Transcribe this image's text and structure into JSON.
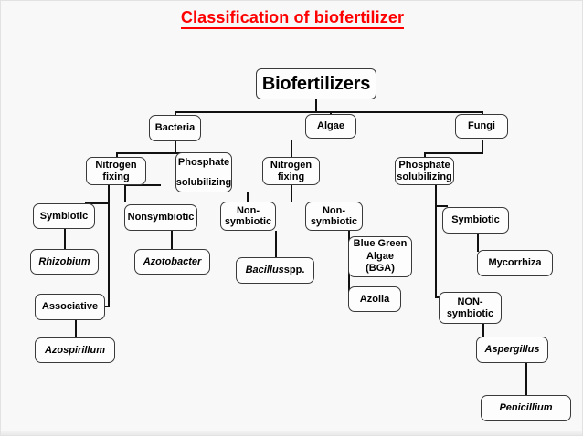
{
  "slide": {
    "title": "Classification of biofertilizer",
    "title_color": "#ff0000",
    "background": "#f8f8f8",
    "box_border_color": "#3a3a3a",
    "line_color": "#111111"
  },
  "nodes": {
    "root": "Biofertilizers",
    "bacteria": "Bacteria",
    "algae": "Algae",
    "fungi": "Fungi",
    "bacteria_nitrogen_fixing": "Nitrogen fixing",
    "bacteria_phosphate_solubilizing": "Phosphate solubilizing",
    "algae_nitrogen_fixing": "Nitrogen fixing",
    "fungi_phosphate_solubilizing": "Phosphate solubilizing",
    "bact_nf_symbiotic": "Symbiotic",
    "bact_nf_nonsymbiotic": "Nonsymbiotic",
    "bact_ps_nonsymbiotic": "Non-symbiotic",
    "algae_nf_nonsymbiotic": "Non-symbiotic",
    "fungi_ps_symbiotic": "Symbiotic",
    "fungi_ps_nonsymbiotic": "NON-symbiotic",
    "rhizobium": "Rhizobium",
    "azotobacter": "Azotobacter",
    "bacillus_genus": "Bacillus",
    "bacillus_suffix": " spp.",
    "associative": "Associative",
    "azospirillum": "Azospirillum",
    "bga": "Blue Green Algae (BGA)",
    "azolla": "Azolla",
    "mycorrhiza": "Mycorrhiza",
    "aspergillus": "Aspergillus",
    "penicillium": "Penicillium"
  },
  "chart_data": {
    "type": "diagram",
    "title": "Classification of biofertilizer",
    "root": "Biofertilizers",
    "tree": [
      {
        "name": "Bacteria",
        "children": [
          {
            "name": "Nitrogen fixing",
            "children": [
              {
                "name": "Symbiotic",
                "children": [
                  {
                    "name": "Rhizobium"
                  }
                ]
              },
              {
                "name": "Nonsymbiotic",
                "children": [
                  {
                    "name": "Azotobacter"
                  }
                ]
              },
              {
                "name": "Associative",
                "children": [
                  {
                    "name": "Azospirillum"
                  }
                ]
              }
            ]
          },
          {
            "name": "Phosphate solubilizing",
            "children": [
              {
                "name": "Non-symbiotic",
                "children": [
                  {
                    "name": "Bacillus spp."
                  }
                ]
              }
            ]
          }
        ]
      },
      {
        "name": "Algae",
        "children": [
          {
            "name": "Nitrogen fixing",
            "children": [
              {
                "name": "Non-symbiotic",
                "children": [
                  {
                    "name": "Blue Green Algae (BGA)"
                  },
                  {
                    "name": "Azolla"
                  }
                ]
              }
            ]
          }
        ]
      },
      {
        "name": "Fungi",
        "children": [
          {
            "name": "Phosphate solubilizing",
            "children": [
              {
                "name": "Symbiotic",
                "children": [
                  {
                    "name": "Mycorrhiza"
                  }
                ]
              },
              {
                "name": "NON-symbiotic",
                "children": [
                  {
                    "name": "Aspergillus",
                    "children": [
                      {
                        "name": "Penicillium"
                      }
                    ]
                  }
                ]
              }
            ]
          }
        ]
      }
    ]
  }
}
